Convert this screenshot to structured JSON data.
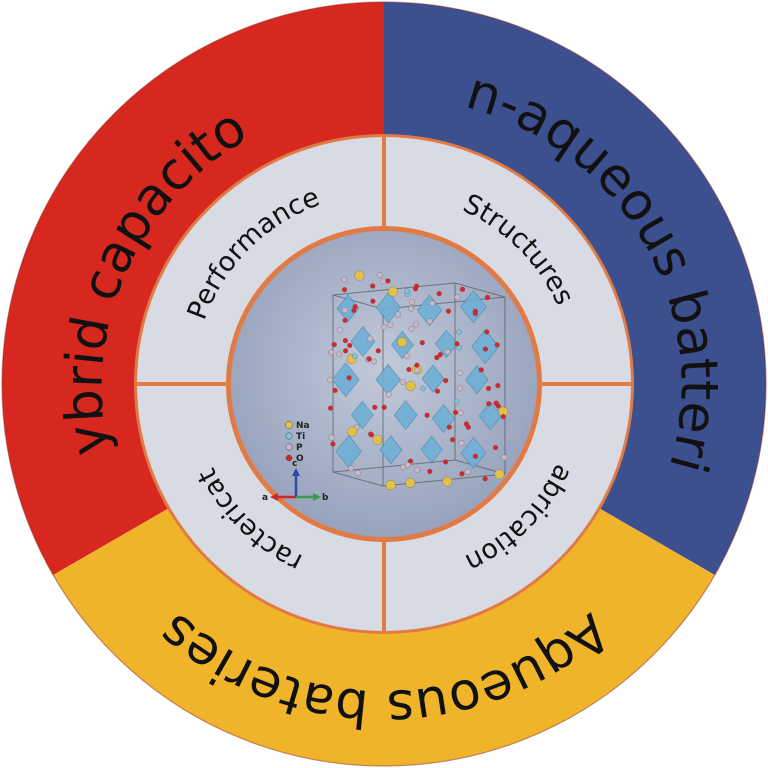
{
  "outer_ring": {
    "segments": [
      {
        "id": "hybrid",
        "label": "Hybrid capacitors",
        "color": "#d7281f"
      },
      {
        "id": "nonaqueous",
        "label": "Non-aqueous batteries",
        "color": "#3c4f8f"
      },
      {
        "id": "aqueous",
        "label": "Aqueous bateries",
        "color": "#f0b42b"
      }
    ]
  },
  "inner_ring": {
    "color": "#d9dbe4",
    "segments": [
      {
        "id": "performance",
        "label": "Performance"
      },
      {
        "id": "structures",
        "label": "Structures"
      },
      {
        "id": "fabrications",
        "label": "Fabrications"
      },
      {
        "id": "characterications",
        "label": "Characterications"
      }
    ]
  },
  "center": {
    "legend": [
      {
        "symbol": "Na",
        "color": "#e3c04a"
      },
      {
        "symbol": "Ti",
        "color": "#7fc4dc"
      },
      {
        "symbol": "P",
        "color": "#c8b9c9"
      },
      {
        "symbol": "O",
        "color": "#d8242a"
      }
    ],
    "axes": {
      "a": "a",
      "b": "b",
      "c": "c"
    },
    "colors": {
      "background": "#a9b3c8",
      "polyhedra": "#6fb0d6"
    }
  }
}
